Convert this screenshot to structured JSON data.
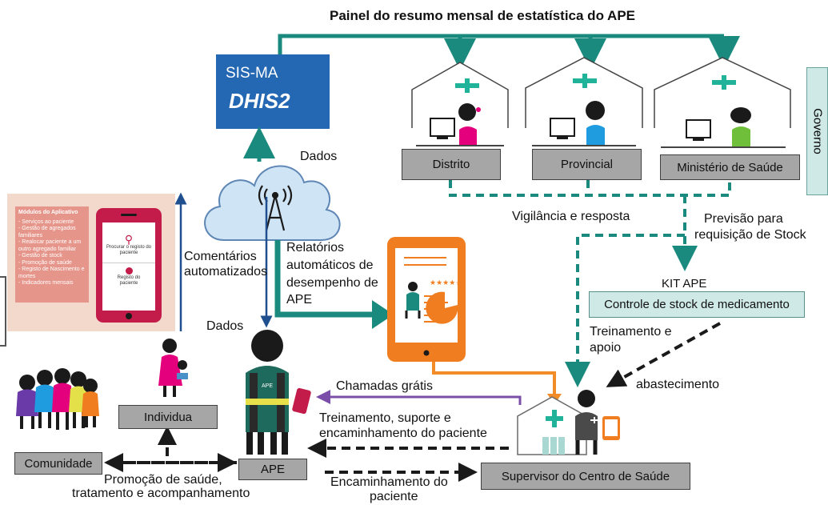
{
  "title": "Painel do resumo mensal de estatística do APE",
  "logo": {
    "line1": "SIS-MA",
    "line2": "DHIS2"
  },
  "government_label": "Governo",
  "offices": [
    "Distrito",
    "Provincial",
    "Ministério de Saúde"
  ],
  "labels": {
    "dados_top": "Dados",
    "dados_bottom": "Dados",
    "vigilancia": "Vigilância e resposta",
    "previsao_1": "Previsão para",
    "previsao_2": "requisição de Stock",
    "relatorios_1": "Relatórios",
    "relatorios_2": "automáticos de",
    "relatorios_3": "desempenho de",
    "relatorios_4": "APE",
    "comentarios_1": "Comentários",
    "comentarios_2": "automatizados",
    "kit_ape": "KIT APE",
    "treinamento_apoio_1": "Treinamento e",
    "treinamento_apoio_2": "apoio",
    "abastecimento": "abastecimento",
    "chamadas": "Chamadas grátis",
    "treinamento_suporte_1": "Treinamento, suporte e",
    "treinamento_suporte_2": "encaminhamento do paciente",
    "promocao_1": "Promoção de saúde,",
    "promocao_2": "tratamento e acompanhamento",
    "encaminhamento_1": "Encaminhamento do",
    "encaminhamento_2": "paciente"
  },
  "boxes": {
    "controle": "Controle de stock de medicamento",
    "individua": "Individua",
    "comunidade": "Comunidade",
    "ape": "APE",
    "supervisor": "Supervisor do Centro de Saúde"
  },
  "app": {
    "title": "Módulos do Aplicativo",
    "items": [
      "- Serviços ao paciente",
      "- Gestão de agregados familiares",
      "- Realocar paciente a um outro agregado familiar",
      "- Gestão de stock",
      "- Promoção de saúde",
      "- Registo de Nascimento e mortes",
      "- Indicadores mensais"
    ],
    "search_label": "Procurar o registo do paciente",
    "register_label": "Registo do paciente"
  },
  "vest_label": "APE",
  "colors": {
    "teal": "#1a8a7e",
    "orange": "#f28c28",
    "purple": "#7b4fa8",
    "dark_arrow": "#1a1a1a",
    "box_gray": "#a6a6a6",
    "govt_panel": "#cfe9e6",
    "dhis_blue": "#1f5fa8",
    "app_phone": "#c31c4a"
  }
}
